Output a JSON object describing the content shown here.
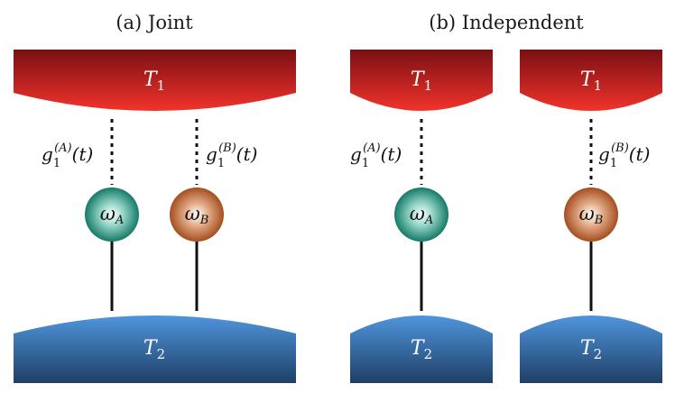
{
  "panels": {
    "joint_title": "(a) Joint",
    "independent_title": "(b) Independent"
  },
  "baths": {
    "hot": {
      "symbol": "T",
      "sub": "1"
    },
    "cold": {
      "symbol": "T",
      "sub": "2"
    }
  },
  "couplings": {
    "A": {
      "g": "g",
      "sub": "1",
      "sup": "(A)",
      "arg": "(t)"
    },
    "B": {
      "g": "g",
      "sub": "1",
      "sup": "(B)",
      "arg": "(t)"
    }
  },
  "oscillators": {
    "A": {
      "symbol": "ω",
      "sub": "A"
    },
    "B": {
      "symbol": "ω",
      "sub": "B"
    }
  },
  "colors": {
    "hot_bath_top": "#7a0f14",
    "hot_bath_bottom": "#f2332b",
    "cold_bath_top": "#4a90d9",
    "cold_bath_bottom": "#1f3f66",
    "osc_A": "#1f8a78",
    "osc_B": "#b45a28"
  }
}
